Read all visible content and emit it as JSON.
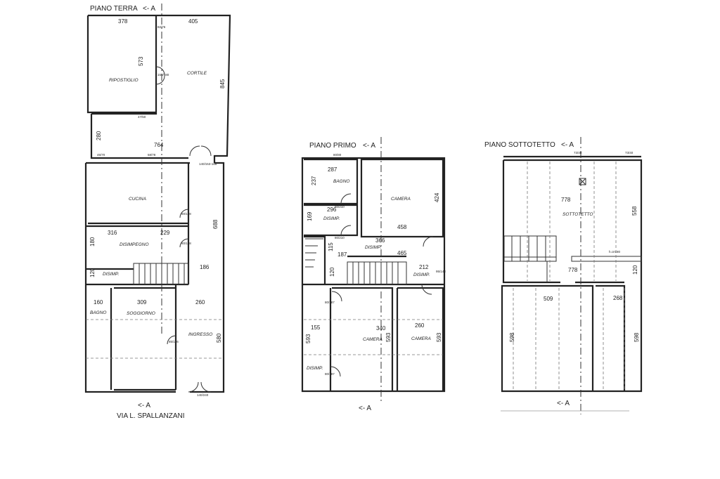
{
  "section_marker": "<- A",
  "street": "VIA L. SPALLANZANI",
  "ground_floor": {
    "title": "PIANO TERRA",
    "rooms": {
      "storage": "RIPOSTIGLIO",
      "courtyard": "CORTILE",
      "kitchen": "CUCINA",
      "hall": "DISIMPEGNO",
      "landing": "DISIMP.",
      "bath": "BAGNO",
      "living": "SOGGIORNO",
      "entrance": "INGRESSO"
    },
    "dims": {
      "a": "378",
      "b": "405",
      "c": "573",
      "d": "845",
      "e": "280",
      "f": "764",
      "g": "688",
      "h": "316",
      "i": "229",
      "j": "180",
      "k": "120",
      "l": "186",
      "m": "160",
      "n": "309",
      "o": "260",
      "p": "580"
    },
    "openings": {
      "a": "82/76",
      "b": "153/180",
      "c": "47/50",
      "d": "45/70",
      "e": "58/78",
      "f": "140/153-165",
      "g": "80/188",
      "h": "80/188",
      "i": "85/186",
      "j": "140/240"
    }
  },
  "first_floor": {
    "title": "PIANO PRIMO",
    "rooms": {
      "bath": "BAGNO",
      "bedroom1": "CAMERA",
      "hall1": "DISIMP.",
      "hall2": "DISIMP.",
      "hall3": "DISIMP.",
      "bedroom2": "CAMERA",
      "bedroom3": "CAMERA",
      "hall4": "DISIMP."
    },
    "dims": {
      "a": "287",
      "b": "237",
      "c": "424",
      "d": "296",
      "e": "169",
      "f": "458",
      "g": "366",
      "h": "115",
      "i": "187",
      "j": "465",
      "k": "212",
      "l": "120",
      "m": "155",
      "n": "340",
      "o": "260",
      "p": "593",
      "q": "593",
      "r": "593"
    },
    "openings": {
      "a": "80/80",
      "b": "80/210",
      "c": "80/210",
      "d": "80/187",
      "e": "80/187",
      "f": "95/143"
    }
  },
  "attic": {
    "title": "PIANO SOTTOTETTO",
    "rooms": {
      "attic": "SOTTOTETTO"
    },
    "note": "h.cm.80",
    "dims": {
      "a": "778",
      "b": "558",
      "c": "778",
      "d": "120",
      "e": "509",
      "f": "268",
      "g": "598",
      "h": "598"
    },
    "openings": {
      "a": "73/40",
      "b": "73/40"
    }
  }
}
